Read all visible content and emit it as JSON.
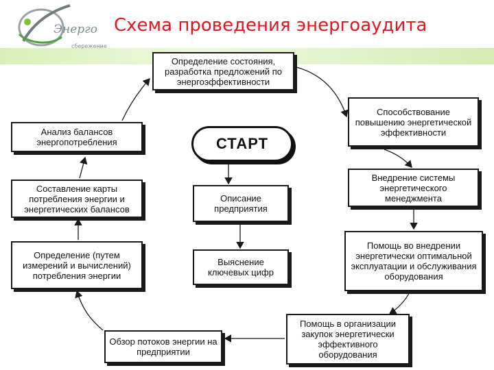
{
  "header": {
    "title": "Схема проведения энергоаудита",
    "logo_text": "Энерго",
    "logo_subtext": "сбережение"
  },
  "diagram": {
    "start": "СТАРТ",
    "nodes": {
      "state": "Определение состояния, разработка предложений по энергоэффективности",
      "promote": "Способствование повышению энергетической эффективности",
      "ems": "Внедрение системы энергетического менеджмента",
      "help_ops": "Помощь во внедрении энергетически оптимальной эксплуатации и обслуживания оборудования",
      "procure": "Помощь в организации закупок энергетически эффективного оборудования",
      "flows": "Обзор потоков энергии на предприятии",
      "measure": "Определение (путем измерений и вычислений) потребления энергии",
      "maps": "Составление карты потребления энергии и энергетических балансов",
      "analysis": "Анализ балансов энергопотребления",
      "describe": "Описание предприятия",
      "figures": "Выяснение ключевых цифр"
    }
  }
}
